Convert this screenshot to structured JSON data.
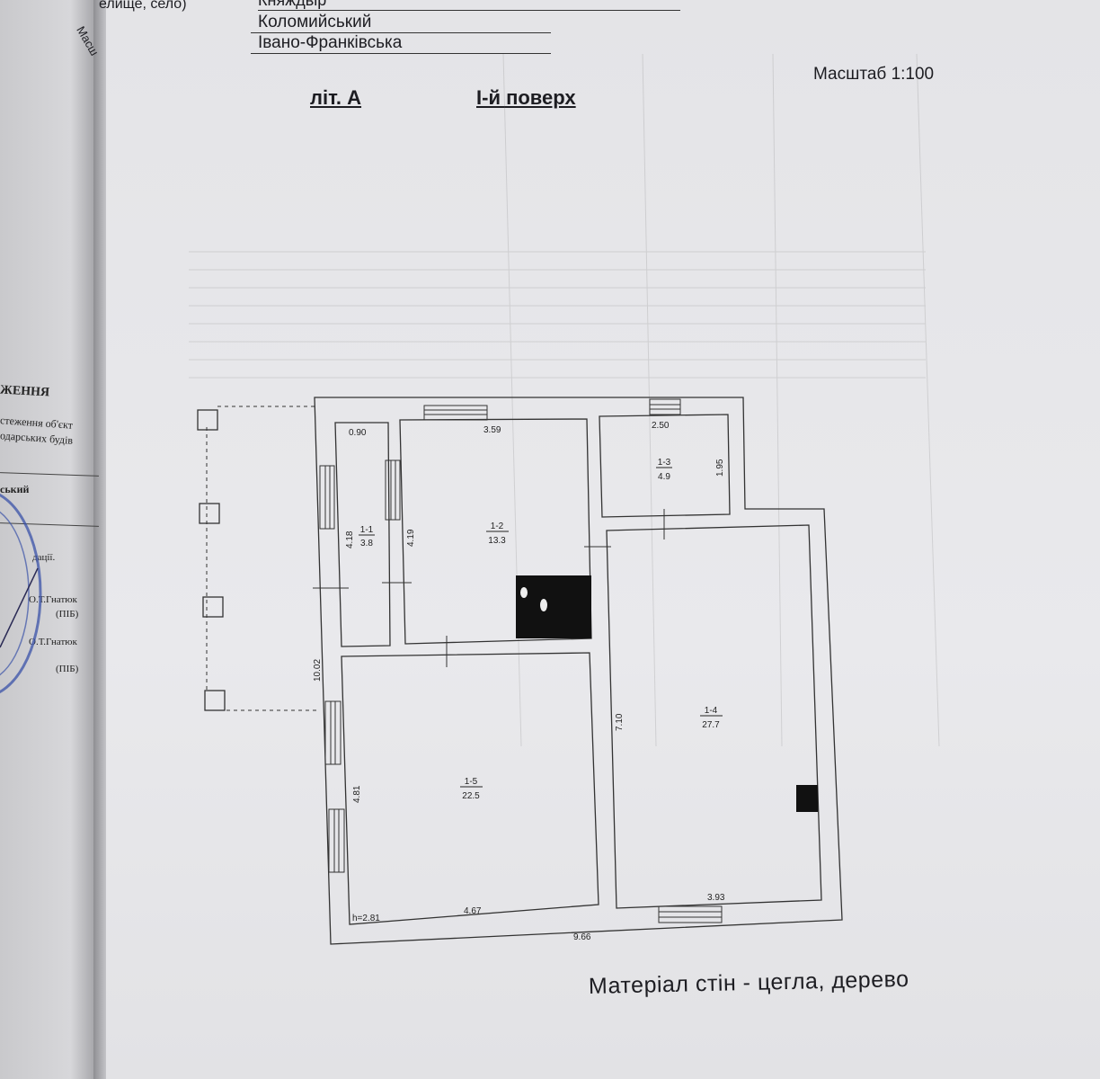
{
  "header": {
    "settlement_label": "елище, село)",
    "village": "Княждвір",
    "district": "Коломийський",
    "region": "Івано-Франківська",
    "scale": "Масштаб 1:100",
    "letter": "літ. А",
    "floor": "І-й поверх",
    "rotated_fragment": "Масш"
  },
  "left_page": {
    "lines": [
      "ЖЕННЯ",
      "стеження об'єкт",
      "одарських будів",
      "ський",
      "дації.",
      "О.Т.Гнатюк",
      "(ПІБ)",
      "О.Т.Гнатюк",
      "(ПІБ)"
    ]
  },
  "plan": {
    "rooms": [
      {
        "id": "1-1",
        "area": "3.8"
      },
      {
        "id": "1-2",
        "area": "13.3"
      },
      {
        "id": "1-3",
        "area": "4.9"
      },
      {
        "id": "1-4",
        "area": "27.7"
      },
      {
        "id": "1-5",
        "area": "22.5"
      }
    ],
    "dimensions": {
      "d090": "0.90",
      "d359": "3.59",
      "d250": "2.50",
      "d195": "1.95",
      "d418": "4.18",
      "d419": "4.19",
      "d1002": "10.02",
      "d710": "7.10",
      "d481": "4.81",
      "d467": "4.67",
      "d393": "3.93",
      "d966": "9.66",
      "height": "h=2.81"
    }
  },
  "footer": {
    "wall_material": "Матеріал стін - цегла, дерево"
  }
}
